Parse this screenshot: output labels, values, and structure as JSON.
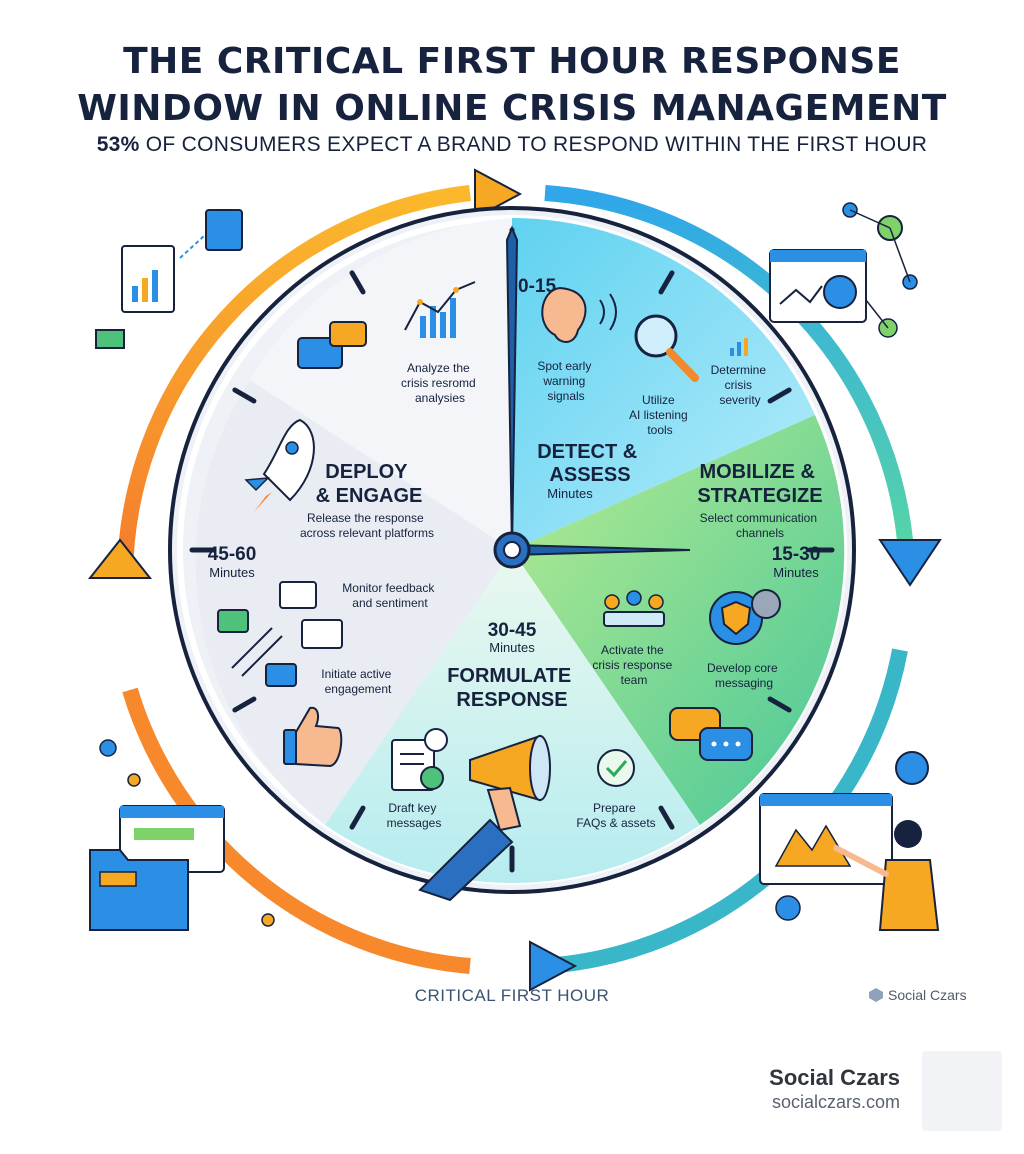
{
  "header": {
    "title_line1": "THE CRITICAL FIRST HOUR RESPONSE",
    "title_line2": "WINDOW IN ONLINE CRISIS MANAGEMENT",
    "subtitle_pct": "53%",
    "subtitle_rest": " OF CONSUMERS EXPECT A BRAND TO RESPOND WITHIN THE FIRST HOUR"
  },
  "phases": {
    "detect": {
      "time": "0-15",
      "title1": "DETECT &",
      "title2": "ASSESS",
      "unit": "Minutes",
      "item1_l1": "Spot early",
      "item1_l2": "warning",
      "item1_l3": "signals",
      "item2_l1": "Utilize",
      "item2_l2": "AI listening",
      "item2_l3": "tools",
      "item3_l1": "Determine",
      "item3_l2": "crisis",
      "item3_l3": "severity"
    },
    "mobilize": {
      "time": "15-30",
      "title1": "MOBILIZE &",
      "title2": "STRATEGIZE",
      "unit": "Minutes",
      "item1_l1": "Select communication",
      "item1_l2": "channels",
      "item2_l1": "Activate the",
      "item2_l2": "crisis response",
      "item2_l3": "team",
      "item3_l1": "Develop core",
      "item3_l2": "messaging"
    },
    "formulate": {
      "time": "30-45",
      "title1": "FORMULATE",
      "title2": "RESPONSE",
      "unit": "Minutes",
      "item1_l1": "Draft key",
      "item1_l2": "messages",
      "item2_l1": "Prepare",
      "item2_l2": "FAQs & assets"
    },
    "deploy": {
      "time": "45-60",
      "title1": "DEPLOY",
      "title2": "& ENGAGE",
      "unit": "Minutes",
      "item1_l1": "Release the response",
      "item1_l2": "across relevant platforms",
      "item2_l1": "Monitor feedback",
      "item2_l2": "and sentiment",
      "item3_l1": "Initiate active",
      "item3_l2": "engagement",
      "item4_l1": "Analyze the",
      "item4_l2": "crisis resromd",
      "item4_l3": "analysies"
    }
  },
  "footer": {
    "cycle_label": "CRITICAL FIRST HOUR",
    "watermark": "Social Czars",
    "brand_name": "Social Czars",
    "brand_url": "socialczars.com"
  },
  "colors": {
    "navy": "#16223e",
    "orange": "#f7a823",
    "blue": "#2f8fe0",
    "green": "#7fd26a",
    "teal": "#5fd0d8"
  }
}
